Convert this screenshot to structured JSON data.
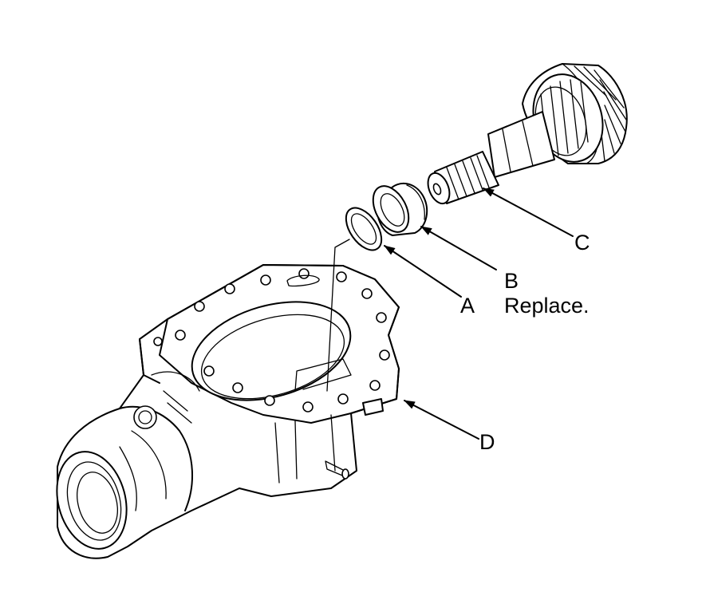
{
  "callouts": {
    "a": "A",
    "b": "B",
    "b_note": "Replace.",
    "c": "C",
    "d": "D"
  }
}
